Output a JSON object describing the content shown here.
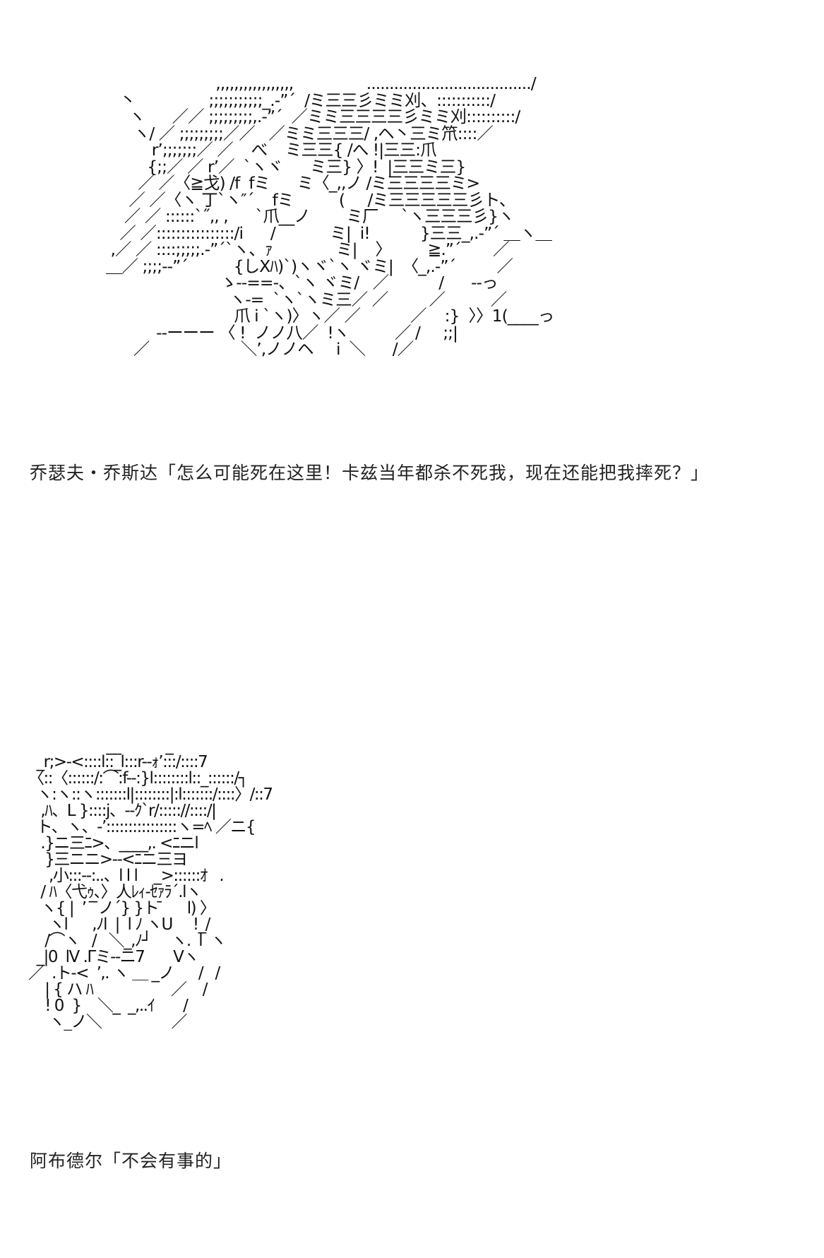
{
  "panels": [
    {
      "ascii_art": "                        ,,,,,,,,,,,,,,,,,                ..................................../\n   丶                ;;;;;;;;;;;_.-”´  /ミ三三彡ミミ刈、:::::::::::/\n     ヽ      ／／ ;;;;;;;;;,.-”´  ／ミミ三三三三彡ミミ刈::::::::::/\n      ヽ/ ／ ;;;;;;;;;／／   ／ミミ三三三/ ,ヘ丶三ミ笊::::／\n          r’;;;;;;;／ ／    べ    ミ三三{ /へ !|三三:爪\n         {;;／ ／ r’／  `ヽヾ      ミ三} 〉!  |三三ミ三}\n       ／ ／〈≧戈) /f  fミ      ミ〈_,,ノ /ミ三三三三ミ>\n     ／ ／〈ヽ 丁`ヽ″´    fミ          (     /ミ三三三三三彡ト、\n    ／ ／ ::::::`˝,, ,      `爪__ノ        ミ厂     `ヽ三三三彡}ヽ\n   ／ ／::::::::::::::::/i      /            ミ|  i!           }三三_,.-”´ ＿ヽ＿\n ,／ ／ ::::;;;;;.-”´`ヽ、ｧ              ミ|    〉        ≧.”´       ／\n＿／ ;;;;--”´          {しXﾊ)`)ヽヾ`ヽ ヾミ|  〈_,.-”´         ／\n                         ゝ--==-、`ヽ ヾミ/   ／           /      --っ\n                           ヽ-=  `ヽ`ヽミ三／ ／         ／          ／\n                            爪 i `ヽ)〉ヽ／ ／           ／    :}  〉〉1(____っ\n           --ーーー 〈 !  ノノ八／  !ヽ          ／ /     ;;|\n      ／                    ＼’,ノノヘ     i  ＼      /／",
      "caption": "乔瑟夫・乔斯达「怎么可能死在这里！卡兹当年都杀不死我，现在还能把我摔死？」"
    },
    {
      "ascii_art": "                   __           _\n  _r;>-<::::l::_l:::r--ｫ’:::/::::7\n〈::〈::::::/:⌒:f--:}l::::::::l::_::::::/┐\n  ヽ:ヽ::ヽ:::::::l|::::::::|:l:::::::/::::〉/::7\n   ,ﾊ、L }::::j、--ｸ`r/::::://::::/|\n  ト、ヽ、-’::::::::::::::::ヽ=ﾍ ／ニ{\n   .}ニ三ﾆ>、____,. <ﾆニl\n    }三ニニ>--<ﾆニ三ヨ\n     ,小:::--:..、l l l    _>::::::ｵ   .\n   / ﾊ〈弋ｩ、〉人ﾚｨ-ｾｧﾗ´.lヽ\n   ヽ{ |  ’  ̄ ̄ノ´} }ト ̄      l) 〉\n     ヽl      ,ﾉl  |  l ﾉ ヽU     !_/\n    /⌒ヽ   /   ＼_,ﾉ┘     ヽ.  l  ヽ\n  _|0  lV .Γミ--ニ7       Vヽ\n／  .ト-<  ’,. ヽ ＿ _ノ      /   /\n    | { ハ ﾊ                   ／    /\n    ! 0  }    ＼_  _,..ｲ       /\n     ヽ_ノ＼                 ／",
      "caption": "阿布德尔「不会有事的」"
    }
  ]
}
